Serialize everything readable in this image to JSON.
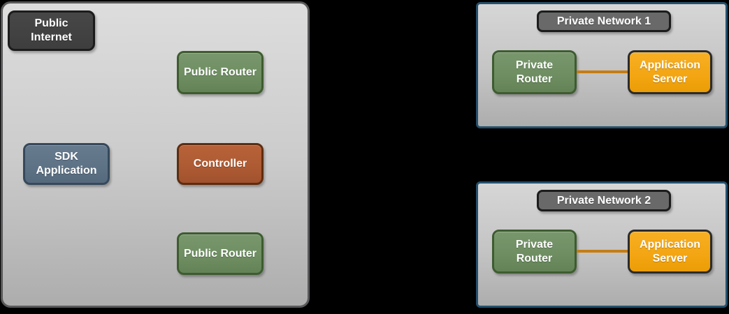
{
  "diagram": {
    "public_area": {
      "internet_label": "Public Internet",
      "router_top_label": "Public Router",
      "sdk_app_label": "SDK Application",
      "controller_label": "Controller",
      "router_bottom_label": "Public Router"
    },
    "private_network_1": {
      "title": "Private Network 1",
      "router_label": "Private Router",
      "server_label": "Application Server"
    },
    "private_network_2": {
      "title": "Private Network 2",
      "router_label": "Private Router",
      "server_label": "Application Server"
    }
  },
  "colors": {
    "background": "#000000",
    "panel_fill_bottom": "#adadad",
    "public_panel_border": "#59595b",
    "private_panel_border": "#24506c",
    "internet_fill": "#3e3e3e",
    "title_fill": "#696969",
    "dark_border": "#1c1c1c",
    "router_fill": "#6e8e62",
    "router_border": "#3e5c30",
    "sdk_fill": "#5e7286",
    "sdk_border": "#36495c",
    "controller_fill": "#ad5a33",
    "controller_border": "#5e2d10",
    "server_fill": "#f3a512",
    "server_border": "#2b2b2b",
    "link_color": "#c57d12"
  }
}
